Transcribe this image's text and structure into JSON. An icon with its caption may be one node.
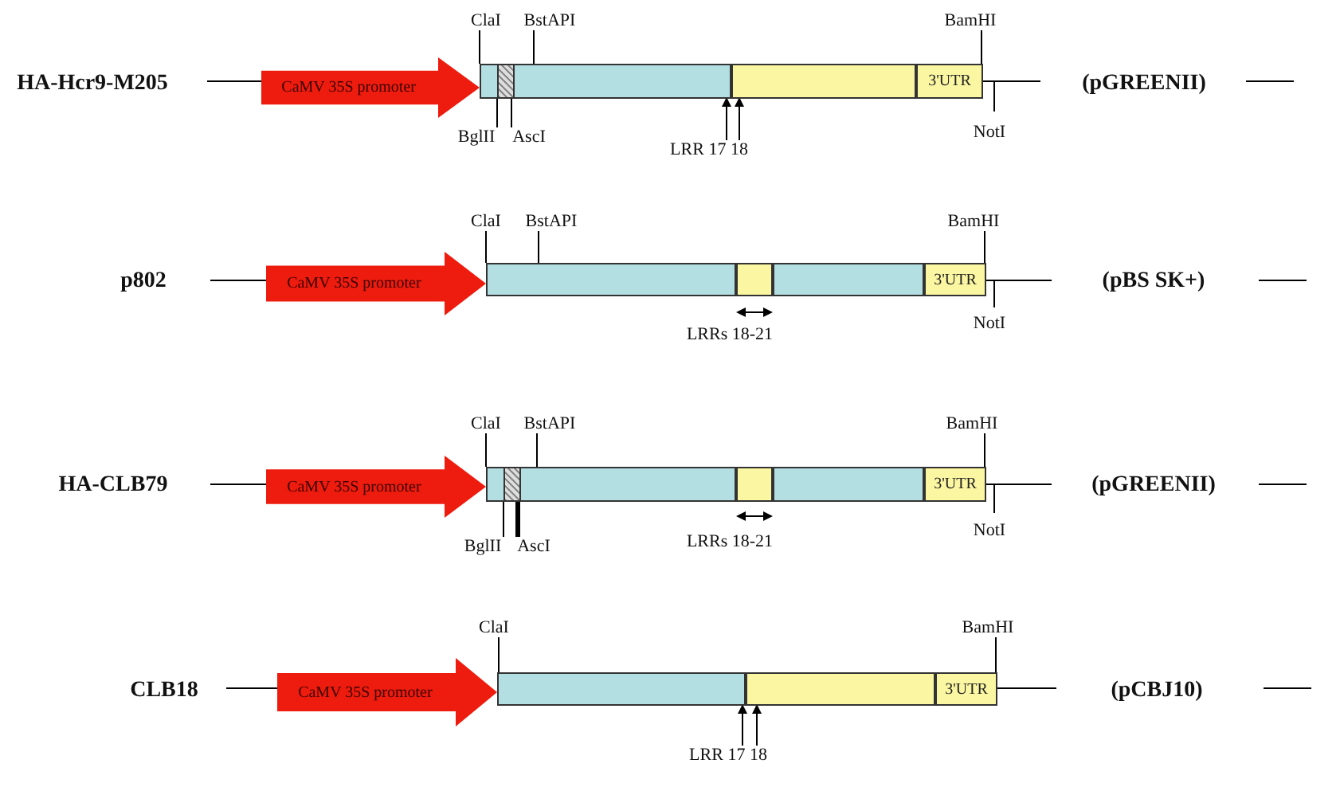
{
  "diagram": {
    "nodes": [
      {
        "text": [
          "CaMV 35S promoter"
        ]
      },
      {
        "text": [],
        "shape": "bar"
      },
      {
        "text": [],
        "shape": "box",
        "in": 1
      },
      {
        "text": [],
        "shape": "bar"
      },
      {
        "text": [
          "3'UTR"
        ]
      },
      {
        "text": [
          "CaMV 35S promoter"
        ]
      },
      {
        "text": [],
        "shape": "bar"
      },
      {
        "text": [],
        "shape": "bar"
      },
      {
        "text": [],
        "shape": "bar"
      },
      {
        "text": [
          "3'UTR"
        ]
      },
      {
        "text": [
          "CaMV 35S promoter"
        ]
      },
      {
        "text": [],
        "shape": "bar"
      },
      {
        "text": [],
        "shape": "box",
        "in": 11
      },
      {
        "text": [],
        "shape": "bar"
      },
      {
        "text": [],
        "shape": "bar"
      },
      {
        "text": [
          "3'UTR"
        ]
      },
      {
        "text": [
          "CaMV 35S promoter"
        ]
      },
      {
        "text": [],
        "shape": "bar"
      },
      {
        "text": [],
        "shape": "bar"
      },
      {
        "text": [
          "3'UTR"
        ]
      },
      {
        "text": [
          "ClaI"
        ]
      },
      {
        "text": [
          "BstAPI"
        ]
      },
      {
        "text": [
          "BamHI"
        ]
      },
      {
        "text": [
          "BglII"
        ]
      },
      {
        "text": [
          "AscI"
        ]
      },
      {
        "text": [
          "ClaI"
        ]
      },
      {
        "text": [
          "BstAPI"
        ]
      },
      {
        "text": [
          "BamHI"
        ]
      },
      {
        "text": [
          "ClaI"
        ]
      },
      {
        "text": [
          "BstAPI"
        ]
      },
      {
        "text": [
          "BamHI"
        ]
      },
      {
        "text": [
          "BglII"
        ]
      },
      {
        "text": [
          "AscI"
        ]
      },
      {
        "text": [
          "ClaI"
        ]
      },
      {
        "text": [
          "BamHI"
        ]
      },
      {
        "text": [
          "LRR 17 18"
        ]
      },
      {
        "text": [
          "LRR 17 18"
        ]
      }
    ],
    "edges": [
      {
        "from": 20,
        "to": 1,
        "arrow": "none"
      },
      {
        "from": 21,
        "to": 1,
        "arrow": "none"
      },
      {
        "from": 22,
        "to": 4,
        "arrow": "none"
      },
      {
        "from": 23,
        "to": 2,
        "arrow": "none"
      },
      {
        "from": 24,
        "to": 2,
        "arrow": "none"
      },
      {
        "from": 25,
        "to": 6,
        "arrow": "none"
      },
      {
        "from": 26,
        "to": 6,
        "arrow": "none"
      },
      {
        "from": 27,
        "to": 9,
        "arrow": "none"
      },
      {
        "from": 28,
        "to": 11,
        "arrow": "none"
      },
      {
        "from": 29,
        "to": 11,
        "arrow": "none"
      },
      {
        "from": 30,
        "to": 15,
        "arrow": "none"
      },
      {
        "from": 31,
        "to": 12,
        "arrow": "none"
      },
      {
        "from": 32,
        "to": 12,
        "arrow": "none",
        "style": "thick"
      },
      {
        "from": 33,
        "to": 17,
        "arrow": "none"
      },
      {
        "from": 34,
        "to": 19,
        "arrow": "none"
      },
      {
        "from": 35,
        "to": 1,
        "arrow": "to"
      },
      {
        "from": 35,
        "to": 3,
        "arrow": "to"
      },
      {
        "from": 36,
        "to": 17,
        "arrow": "to"
      },
      {
        "from": 36,
        "to": 18,
        "arrow": "to"
      }
    ],
    "labels": [
      "HA-Hcr9-M205",
      "(pGREENII)",
      "NotI",
      "p802",
      "(pBS SK+)",
      "LRRs 18-21",
      "NotI",
      "HA-CLB79",
      "(pGREENII)",
      "LRRs 18-21",
      "NotI",
      "CLB18",
      "(pCBJ10)"
    ]
  }
}
